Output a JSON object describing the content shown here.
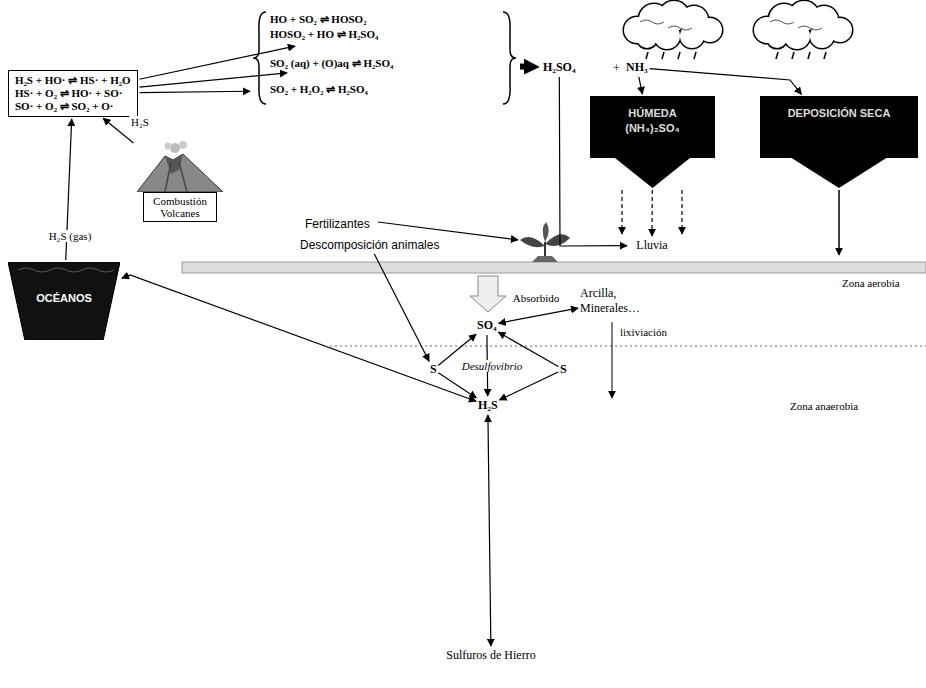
{
  "diagram": {
    "nodes": [
      {
        "text": [
          "H₂S + HO· ⇌ HS· + H₂O",
          "HS· + O₂ ⇌ HO· + SO·",
          "SO· + O₂ ⇌ SO₂ + O·"
        ]
      },
      {
        "text": [
          "HO + SO₂ ⇌ HOSO₂",
          "HOSO₂ + HO ⇌ H₂SO₄"
        ]
      },
      {
        "text": [
          "SO₂ (aq) + (O)aq ⇌ H₂SO₄"
        ]
      },
      {
        "text": [
          "SO₂ + H₂O₂ ⇌ H₂SO₄"
        ]
      },
      {
        "text": [
          "H₂SO₄"
        ]
      },
      {
        "text": [
          "NH₃"
        ]
      },
      {
        "text": [
          "HÚMEDA",
          "(NH₄)₂SO₄"
        ]
      },
      {
        "text": [
          "DEPOSICIÓN SECA"
        ]
      },
      {
        "text": [
          "Lluvia"
        ]
      },
      {
        "text": [
          "Combustión Volcanes"
        ]
      },
      {
        "text": [
          "OCÉANOS"
        ]
      },
      {
        "text": [
          "Fertilizantes"
        ]
      },
      {
        "text": [
          "Descomposición animales"
        ]
      },
      {
        "text": [
          "SO₄"
        ]
      },
      {
        "text": [
          "S"
        ]
      },
      {
        "text": [
          "S"
        ]
      },
      {
        "text": [
          "H₂S"
        ]
      },
      {
        "text": [
          "Arcilla, Minerales…"
        ]
      },
      {
        "text": [
          "Sulfuros de Hierro"
        ]
      }
    ],
    "edges": [
      {
        "from": 0,
        "to": 1,
        "arrow": "to"
      },
      {
        "from": 0,
        "to": 2,
        "arrow": "to"
      },
      {
        "from": 0,
        "to": 3,
        "arrow": "to"
      },
      {
        "from": 2,
        "to": 4,
        "arrow": "to"
      },
      {
        "from": 4,
        "to": 8,
        "arrow": "to"
      },
      {
        "from": 5,
        "to": 6,
        "arrow": "to"
      },
      {
        "from": 5,
        "to": 7,
        "arrow": "to"
      },
      {
        "from": 6,
        "to": 8,
        "arrow": "to"
      },
      {
        "from": 9,
        "to": 0,
        "label": "H₂S",
        "arrow": "to"
      },
      {
        "from": 10,
        "to": 0,
        "label": "H₂S (gas)",
        "arrow": "to"
      },
      {
        "from": 12,
        "to": 14,
        "arrow": "to"
      },
      {
        "from": 13,
        "to": 17,
        "label": "Absorbido",
        "arrow": "both"
      },
      {
        "from": 14,
        "to": 13,
        "arrow": "to"
      },
      {
        "from": 15,
        "to": 13,
        "arrow": "to"
      },
      {
        "from": 14,
        "to": 16,
        "arrow": "to"
      },
      {
        "from": 15,
        "to": 16,
        "arrow": "to"
      },
      {
        "from": 13,
        "to": 16,
        "label": "Desulfovibrio",
        "arrow": "to"
      },
      {
        "from": 16,
        "to": 18,
        "arrow": "both"
      },
      {
        "from": 16,
        "to": 10,
        "arrow": "both"
      }
    ],
    "labels": [
      "+",
      "Zona aerobia",
      "lixiviación",
      "Zona anaerobia"
    ]
  }
}
